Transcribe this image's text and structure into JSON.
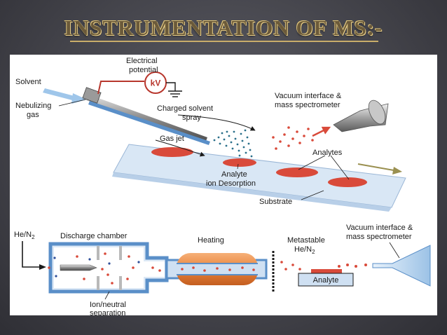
{
  "slide": {
    "title": "INSTRUMENTATION OF MS:-"
  },
  "top_diagram": {
    "labels": {
      "electrical": "Electrical",
      "potential": "potential",
      "kv": "kV",
      "solvent": "Solvent",
      "nebulizing": "Nebulizing",
      "gas": "gas",
      "charged_solvent": "Charged solvent",
      "spray": "spray",
      "gas_jet": "Gas jet",
      "vacuum_interface": "Vacuum interface &",
      "mass_spectrometer": "mass spectrometer",
      "analytes": "Analytes",
      "analyte": "Analyte",
      "ion_desorption": "ion Desorption",
      "substrate": "Substrate"
    }
  },
  "bottom_diagram": {
    "labels": {
      "he_n2": "He/N",
      "he_n2_sub": "2",
      "discharge_chamber": "Discharge chamber",
      "heating": "Heating",
      "metastable": "Metastable",
      "he_n2_meta": "He/N",
      "he_n2_meta_sub": "2",
      "vacuum_interface": "Vacuum interface &",
      "mass_spectrometer": "mass spectrometer",
      "analyte": "Analyte",
      "ion_neutral": "Ion/neutral",
      "separation": "separation"
    }
  },
  "colors": {
    "analyte_red": "#d94a3a",
    "capillary_blue": "#5a8fc8",
    "heater_orange": "#e8823a",
    "substrate_blue": "#cfe0f2",
    "wire_red": "#b8372d",
    "gold_title": "#d8bc78"
  }
}
